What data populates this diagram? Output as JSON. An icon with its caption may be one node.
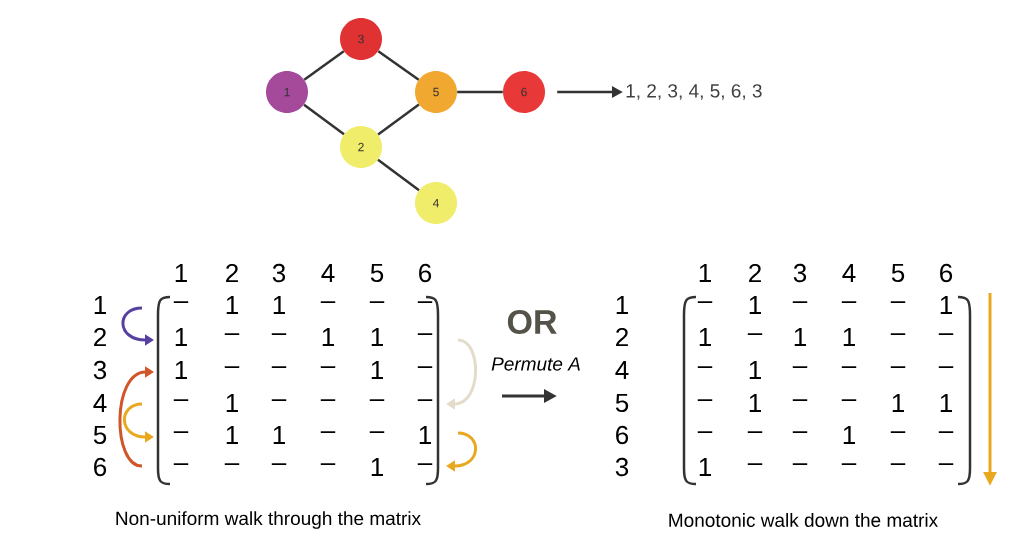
{
  "diagram": {
    "nodes": [
      {
        "text": [
          "3"
        ]
      },
      {
        "text": [
          "1"
        ]
      },
      {
        "text": [
          "5"
        ]
      },
      {
        "text": [
          "6"
        ]
      },
      {
        "text": [
          "2"
        ]
      },
      {
        "text": [
          "4"
        ]
      },
      {
        "text": [
          "1, 2, 3, 4, 5, 6, 3"
        ]
      }
    ],
    "edges": [
      {
        "from": 1,
        "to": 0,
        "arrow": "none"
      },
      {
        "from": 0,
        "to": 2,
        "arrow": "none"
      },
      {
        "from": 1,
        "to": 4,
        "arrow": "none"
      },
      {
        "from": 4,
        "to": 2,
        "arrow": "none"
      },
      {
        "from": 2,
        "to": 3,
        "arrow": "none"
      },
      {
        "from": 4,
        "to": 5,
        "arrow": "none"
      },
      {
        "from": 3,
        "to": 6,
        "arrow": "to"
      }
    ],
    "labels": [
      "1",
      "2",
      "3",
      "4",
      "5",
      "6",
      "1",
      "–",
      "1",
      "1",
      "–",
      "–",
      "–",
      "2",
      "1",
      "–",
      "–",
      "1",
      "1",
      "–",
      "3",
      "1",
      "–",
      "–",
      "–",
      "1",
      "–",
      "4",
      "–",
      "1",
      "–",
      "–",
      "–",
      "–",
      "5",
      "–",
      "1",
      "1",
      "–",
      "–",
      "1",
      "6",
      "–",
      "–",
      "–",
      "–",
      "1",
      "–",
      "OR",
      "Permute A",
      "1",
      "2",
      "3",
      "4",
      "5",
      "6",
      "1",
      "–",
      "1",
      "–",
      "–",
      "–",
      "1",
      "2",
      "1",
      "–",
      "1",
      "1",
      "–",
      "–",
      "4",
      "–",
      "1",
      "–",
      "–",
      "–",
      "–",
      "5",
      "–",
      "1",
      "–",
      "–",
      "1",
      "1",
      "6",
      "–",
      "–",
      "–",
      "1",
      "–",
      "–",
      "3",
      "1",
      "–",
      "–",
      "–",
      "–",
      "–",
      "Non-uniform walk through the matrix",
      "Monotonic walk down the matrix"
    ]
  }
}
